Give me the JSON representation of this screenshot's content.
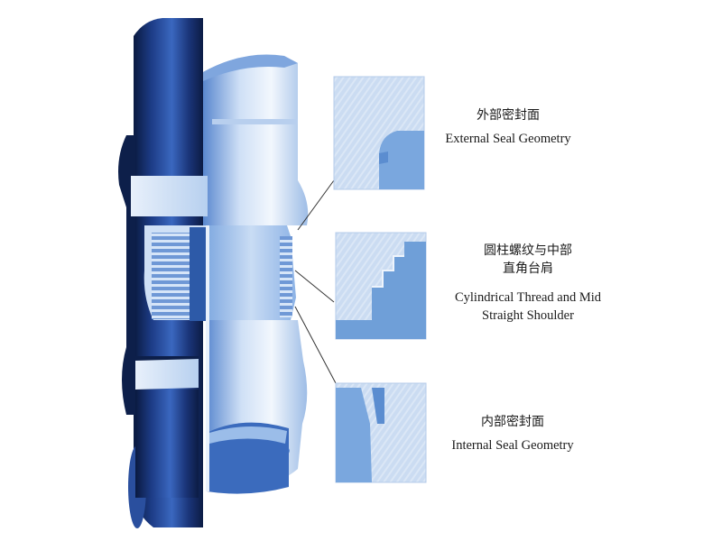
{
  "labels": {
    "external": {
      "cn": "外部密封面",
      "en": "External Seal Geometry"
    },
    "cylindrical": {
      "cn_line1": "圆柱螺纹与中部",
      "cn_line2": "直角台肩",
      "en_line1": "Cylindrical Thread and Mid",
      "en_line2": "Straight Shoulder"
    },
    "internal": {
      "cn": "内部密封面",
      "en": "Internal Seal Geometry"
    }
  },
  "colors": {
    "pipe_dark": "#0d1f4a",
    "pipe_mid": "#2a4f9e",
    "pipe_light": "#d8e6f7",
    "bore": "#a9c8ec",
    "detail_bg": "#cfe0f3",
    "detail_metal": "#6f9fd8",
    "leader": "#333333"
  }
}
